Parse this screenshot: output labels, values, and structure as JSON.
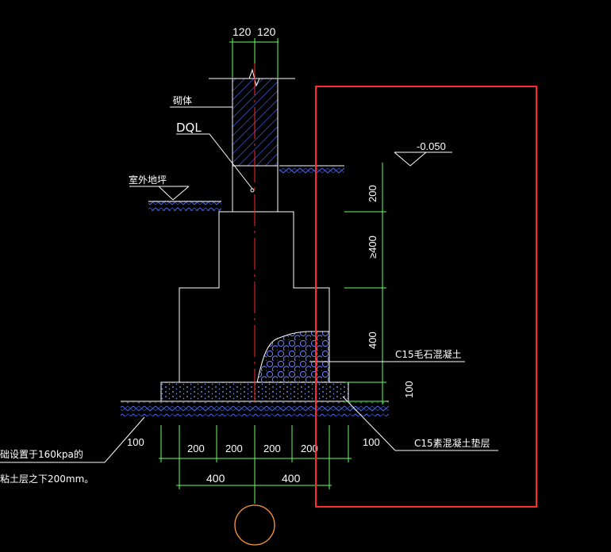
{
  "colors": {
    "background": "#000000",
    "outline": "#ffffff",
    "dimension": "#66ff66",
    "hatch": "#4f6bff",
    "centerline": "#ff2a2a",
    "highlight": "#ff2a2a",
    "circle": "#ff9a3c"
  },
  "labels": {
    "masonry": "砌体",
    "dql": "DQL",
    "outdoor_grade": "室外地坪",
    "elevation": "-0.050",
    "rubble_concrete": "C15毛石混凝土",
    "cushion": "C15素混凝土垫层",
    "soil_note_line1": "础设置于160kpa的",
    "soil_note_line2": "粘土层之下200mm。"
  },
  "dimensions": {
    "top_left": "120",
    "top_right": "120",
    "v_200": "200",
    "v_400_ge": "≥400",
    "v_400": "400",
    "v_100": "100",
    "b_100_left": "100",
    "b_200_1": "200",
    "b_200_2": "200",
    "b_200_3": "200",
    "b_200_4": "200",
    "b_100_right": "100",
    "b_400_left": "400",
    "b_400_right": "400"
  }
}
